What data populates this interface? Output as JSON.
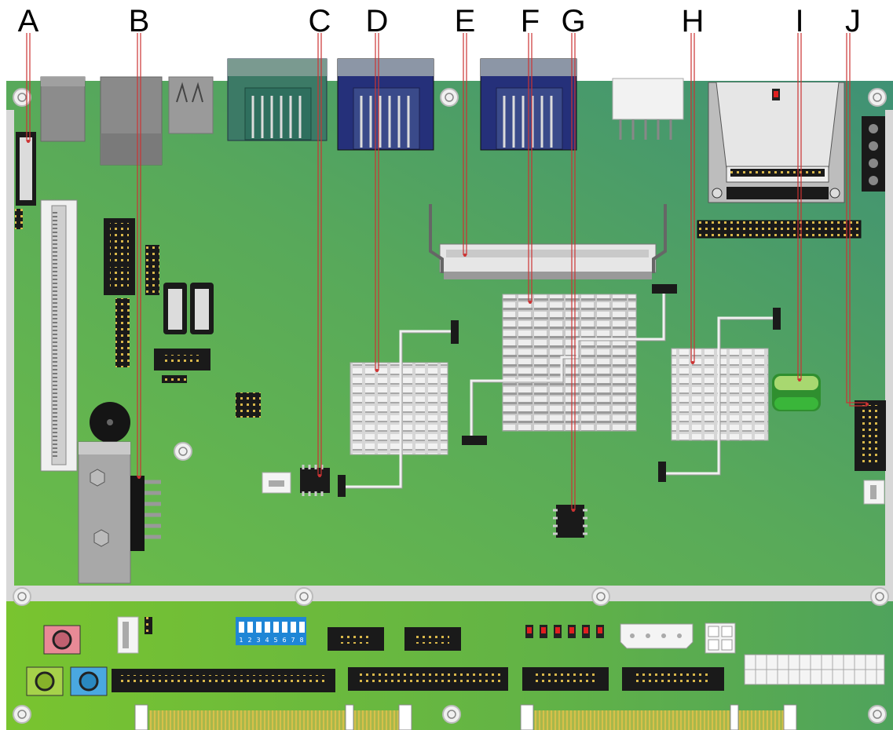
{
  "callouts": {
    "A": "A",
    "B": "B",
    "C": "C",
    "D": "D",
    "E": "E",
    "F": "F",
    "G": "G",
    "H": "H",
    "I": "I",
    "J": "J"
  },
  "dip_switch": {
    "numbers": [
      "1",
      "2",
      "3",
      "4",
      "5",
      "6",
      "7",
      "8"
    ]
  },
  "colors": {
    "pcb_upper": "#5aa554",
    "pcb_lower": "#6dbb37",
    "rail": "#d8d8d8",
    "callout_line": "#cc3333",
    "heatsink": "#c8c8c8",
    "connector_dark": "#1a1a1a",
    "serial_teal": "#2f6f5e",
    "serial_navy": "#1f2a7a",
    "dip_blue": "#1f86d6",
    "jack_pink": "#e88a96",
    "jack_green": "#a6d24a",
    "jack_blue": "#4aa8e0",
    "led_red": "#e02020"
  }
}
